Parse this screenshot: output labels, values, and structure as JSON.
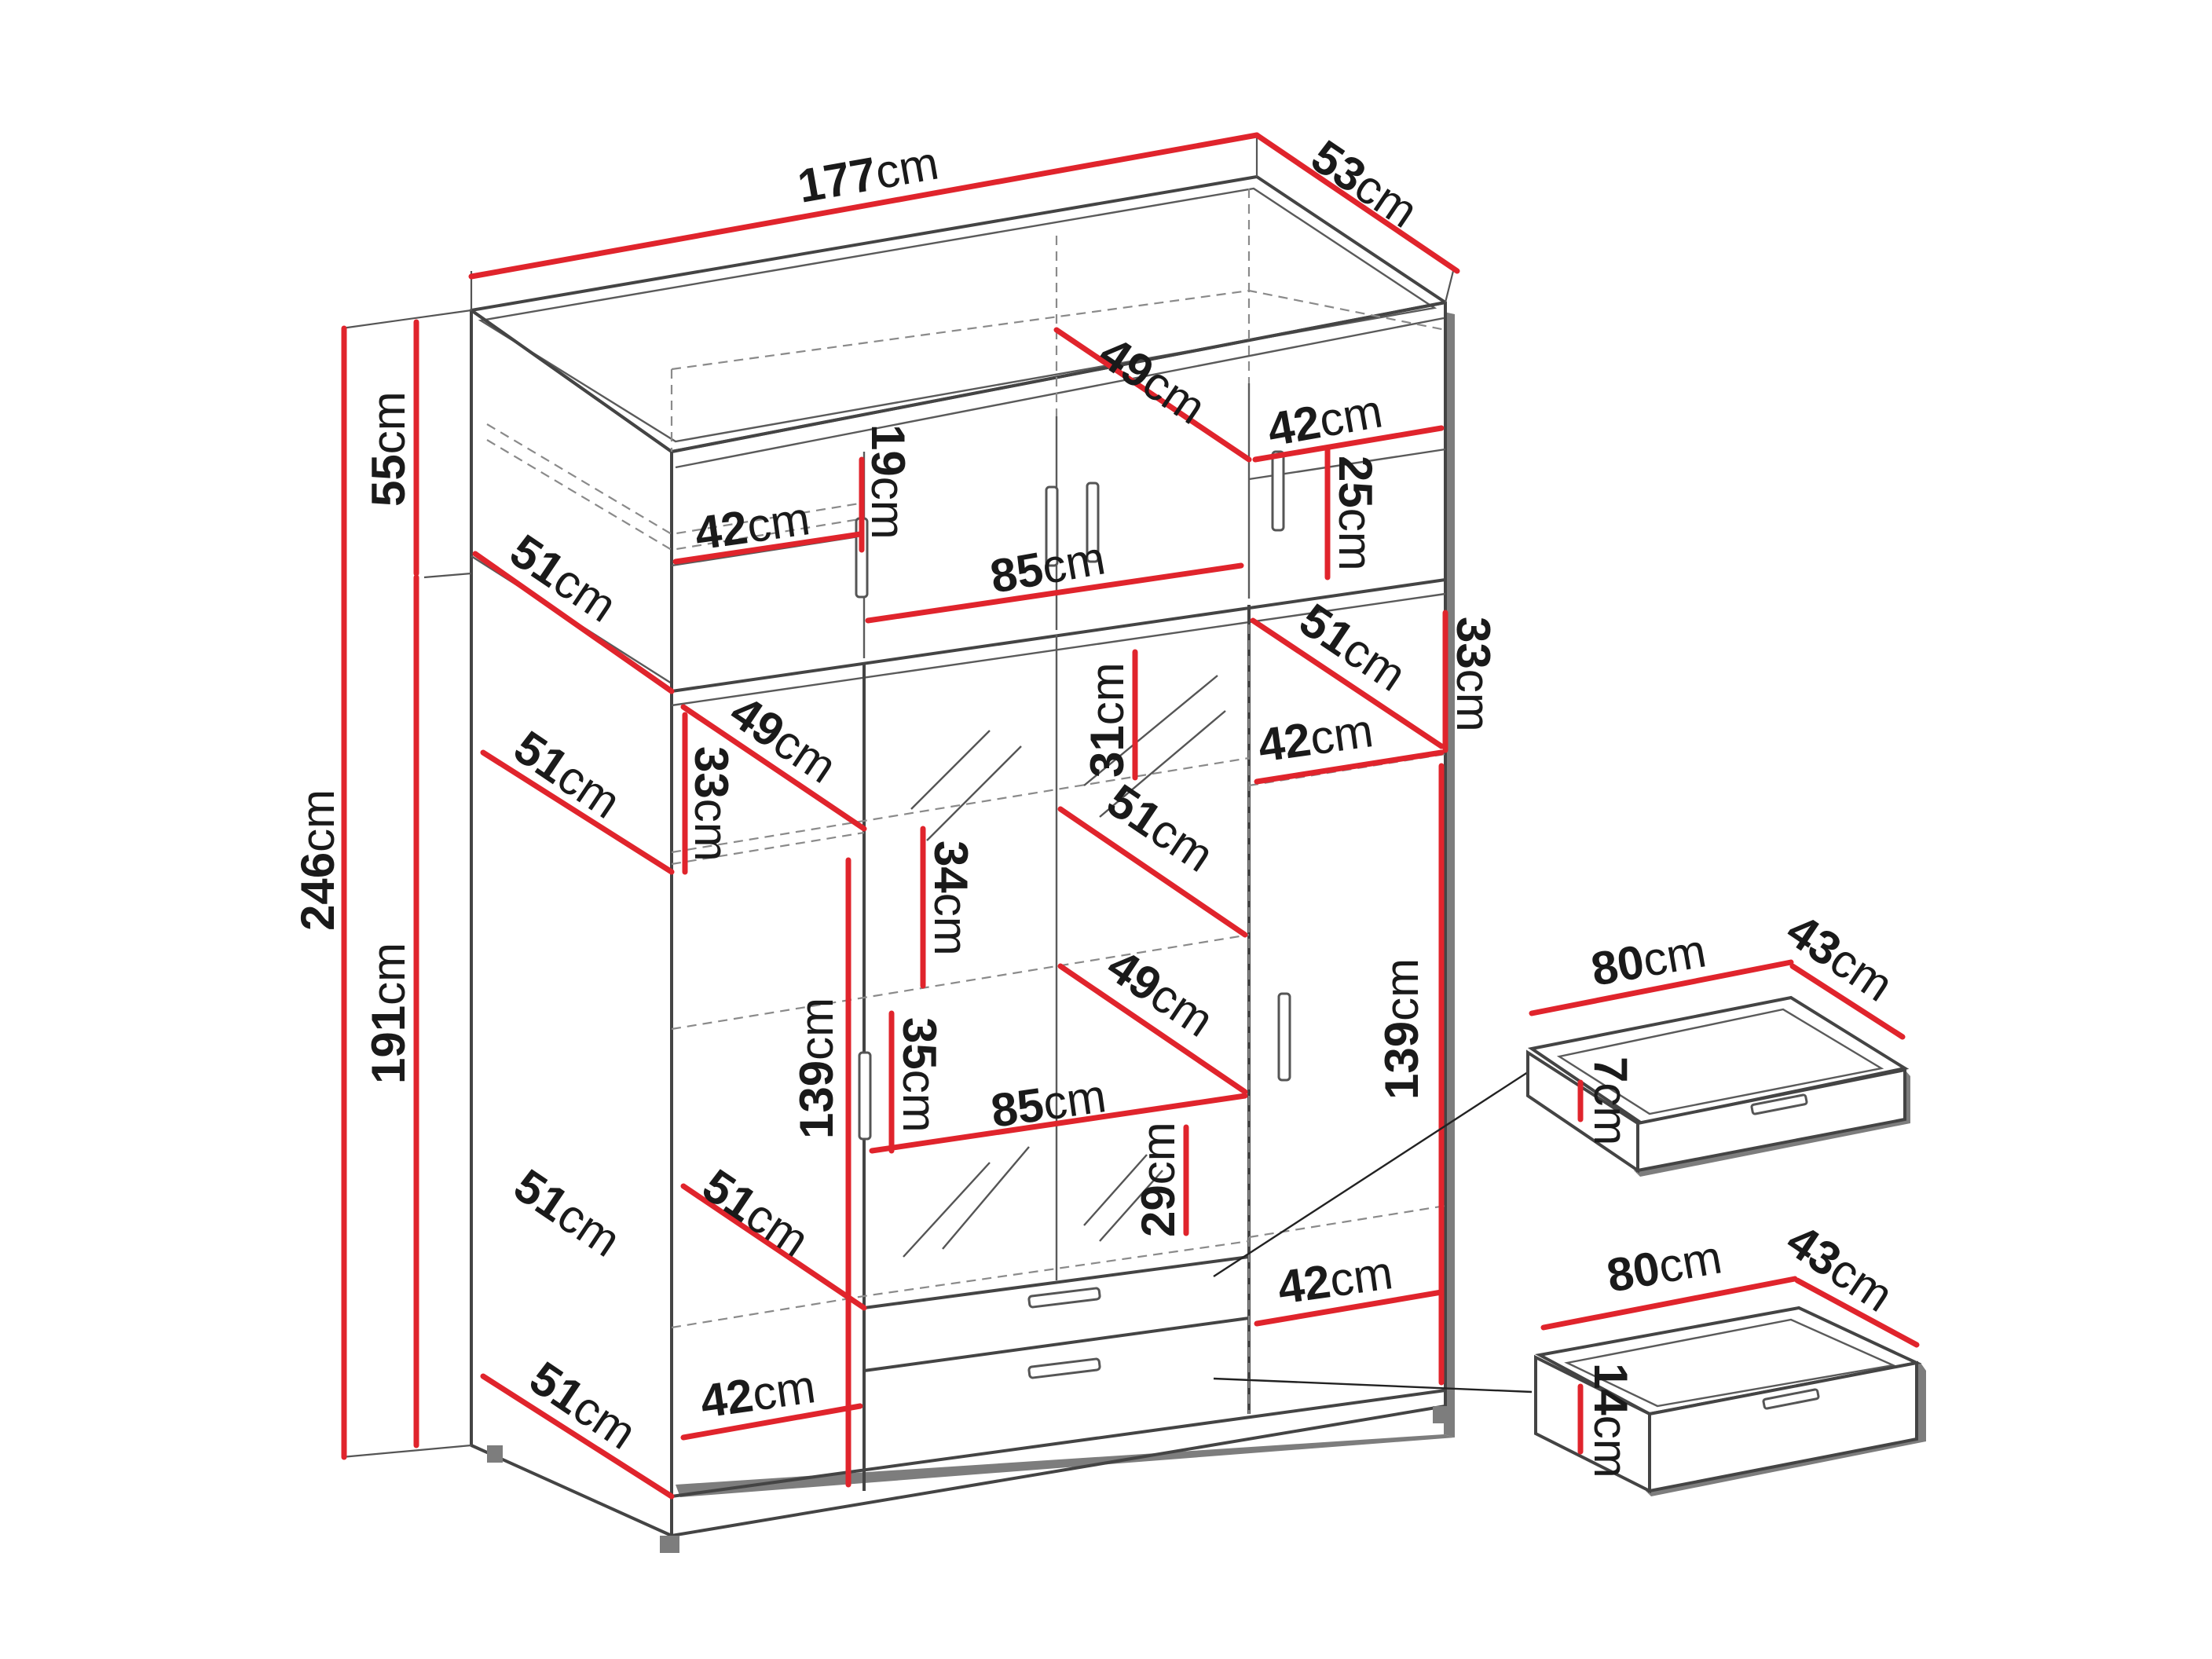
{
  "palette": {
    "dimension_line": "#e0242c",
    "outline": "#444444",
    "hidden_line": "#8a8a8a",
    "text": "#1a1a1a",
    "background": "#ffffff"
  },
  "dimensions": {
    "width": "177",
    "depth": "53",
    "height_total": "246",
    "height_top": "55",
    "height_bottom": "191",
    "upper_depth_a": "49",
    "upper_width_right": "42",
    "upper_width_left": "42",
    "upper_height_left": "19",
    "upper_height_right": "25",
    "upper_width_middle": "85",
    "upper_depth_left": "51",
    "left_depth_1": "51",
    "left_depth_2": "51",
    "left_depth_3": "51",
    "center_depth_1": "49",
    "center_height_1": "33",
    "center_height_2": "31",
    "center_height_3": "34",
    "center_height_4": "35",
    "center_height_5": "29",
    "center_depth_2": "51",
    "center_depth_3": "49",
    "center_width": "85",
    "center_left_height": "139",
    "center_left_depth": "51",
    "center_left_width": "42",
    "right_depth": "51",
    "right_width_1": "42",
    "right_width_2": "42",
    "right_height_1": "33",
    "right_height_2": "139"
  },
  "drawer_small": {
    "width": "80",
    "depth": "43",
    "height": "7"
  },
  "drawer_large": {
    "width": "80",
    "depth": "43",
    "height": "14"
  },
  "unit": "cm"
}
